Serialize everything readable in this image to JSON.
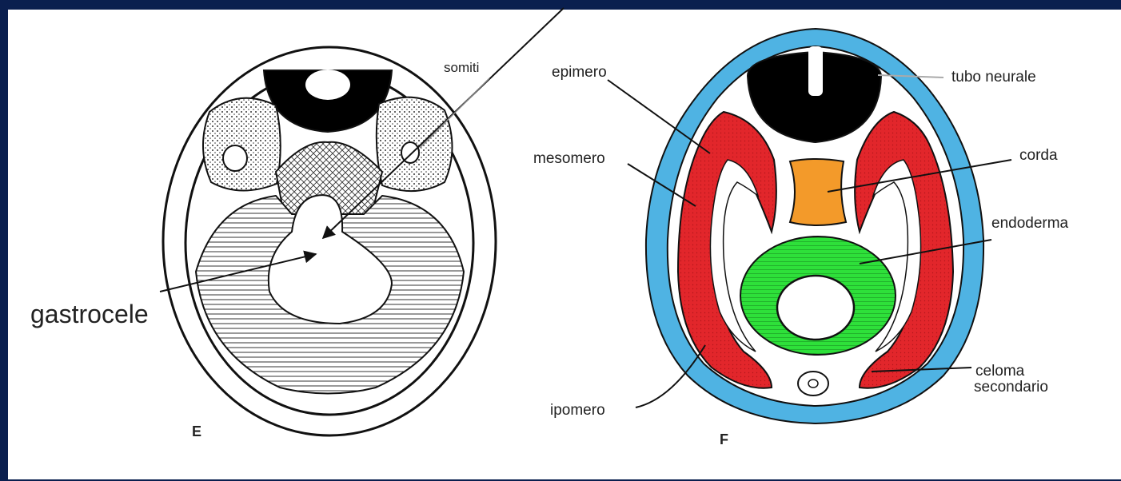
{
  "figure_e": {
    "panel_letter": "E",
    "labels": {
      "somiti": "somiti",
      "gastrocele": "gastrocele"
    }
  },
  "figure_f": {
    "panel_letter": "F",
    "labels": {
      "epimero": "epimero",
      "mesomero": "mesomero",
      "ipomero": "ipomero",
      "tubo_neurale": "tubo neurale",
      "corda": "corda",
      "endoderma": "endoderma",
      "celoma_line1": "celoma",
      "celoma_line2": "secondario"
    }
  },
  "colors": {
    "background_border": "#0a1f4f",
    "ectoderm": "#4fb3e3",
    "mesoderm": "#e2262b",
    "notochord": "#f39a2a",
    "endoderm": "#2ee03a",
    "neural_tube": "#000000"
  }
}
